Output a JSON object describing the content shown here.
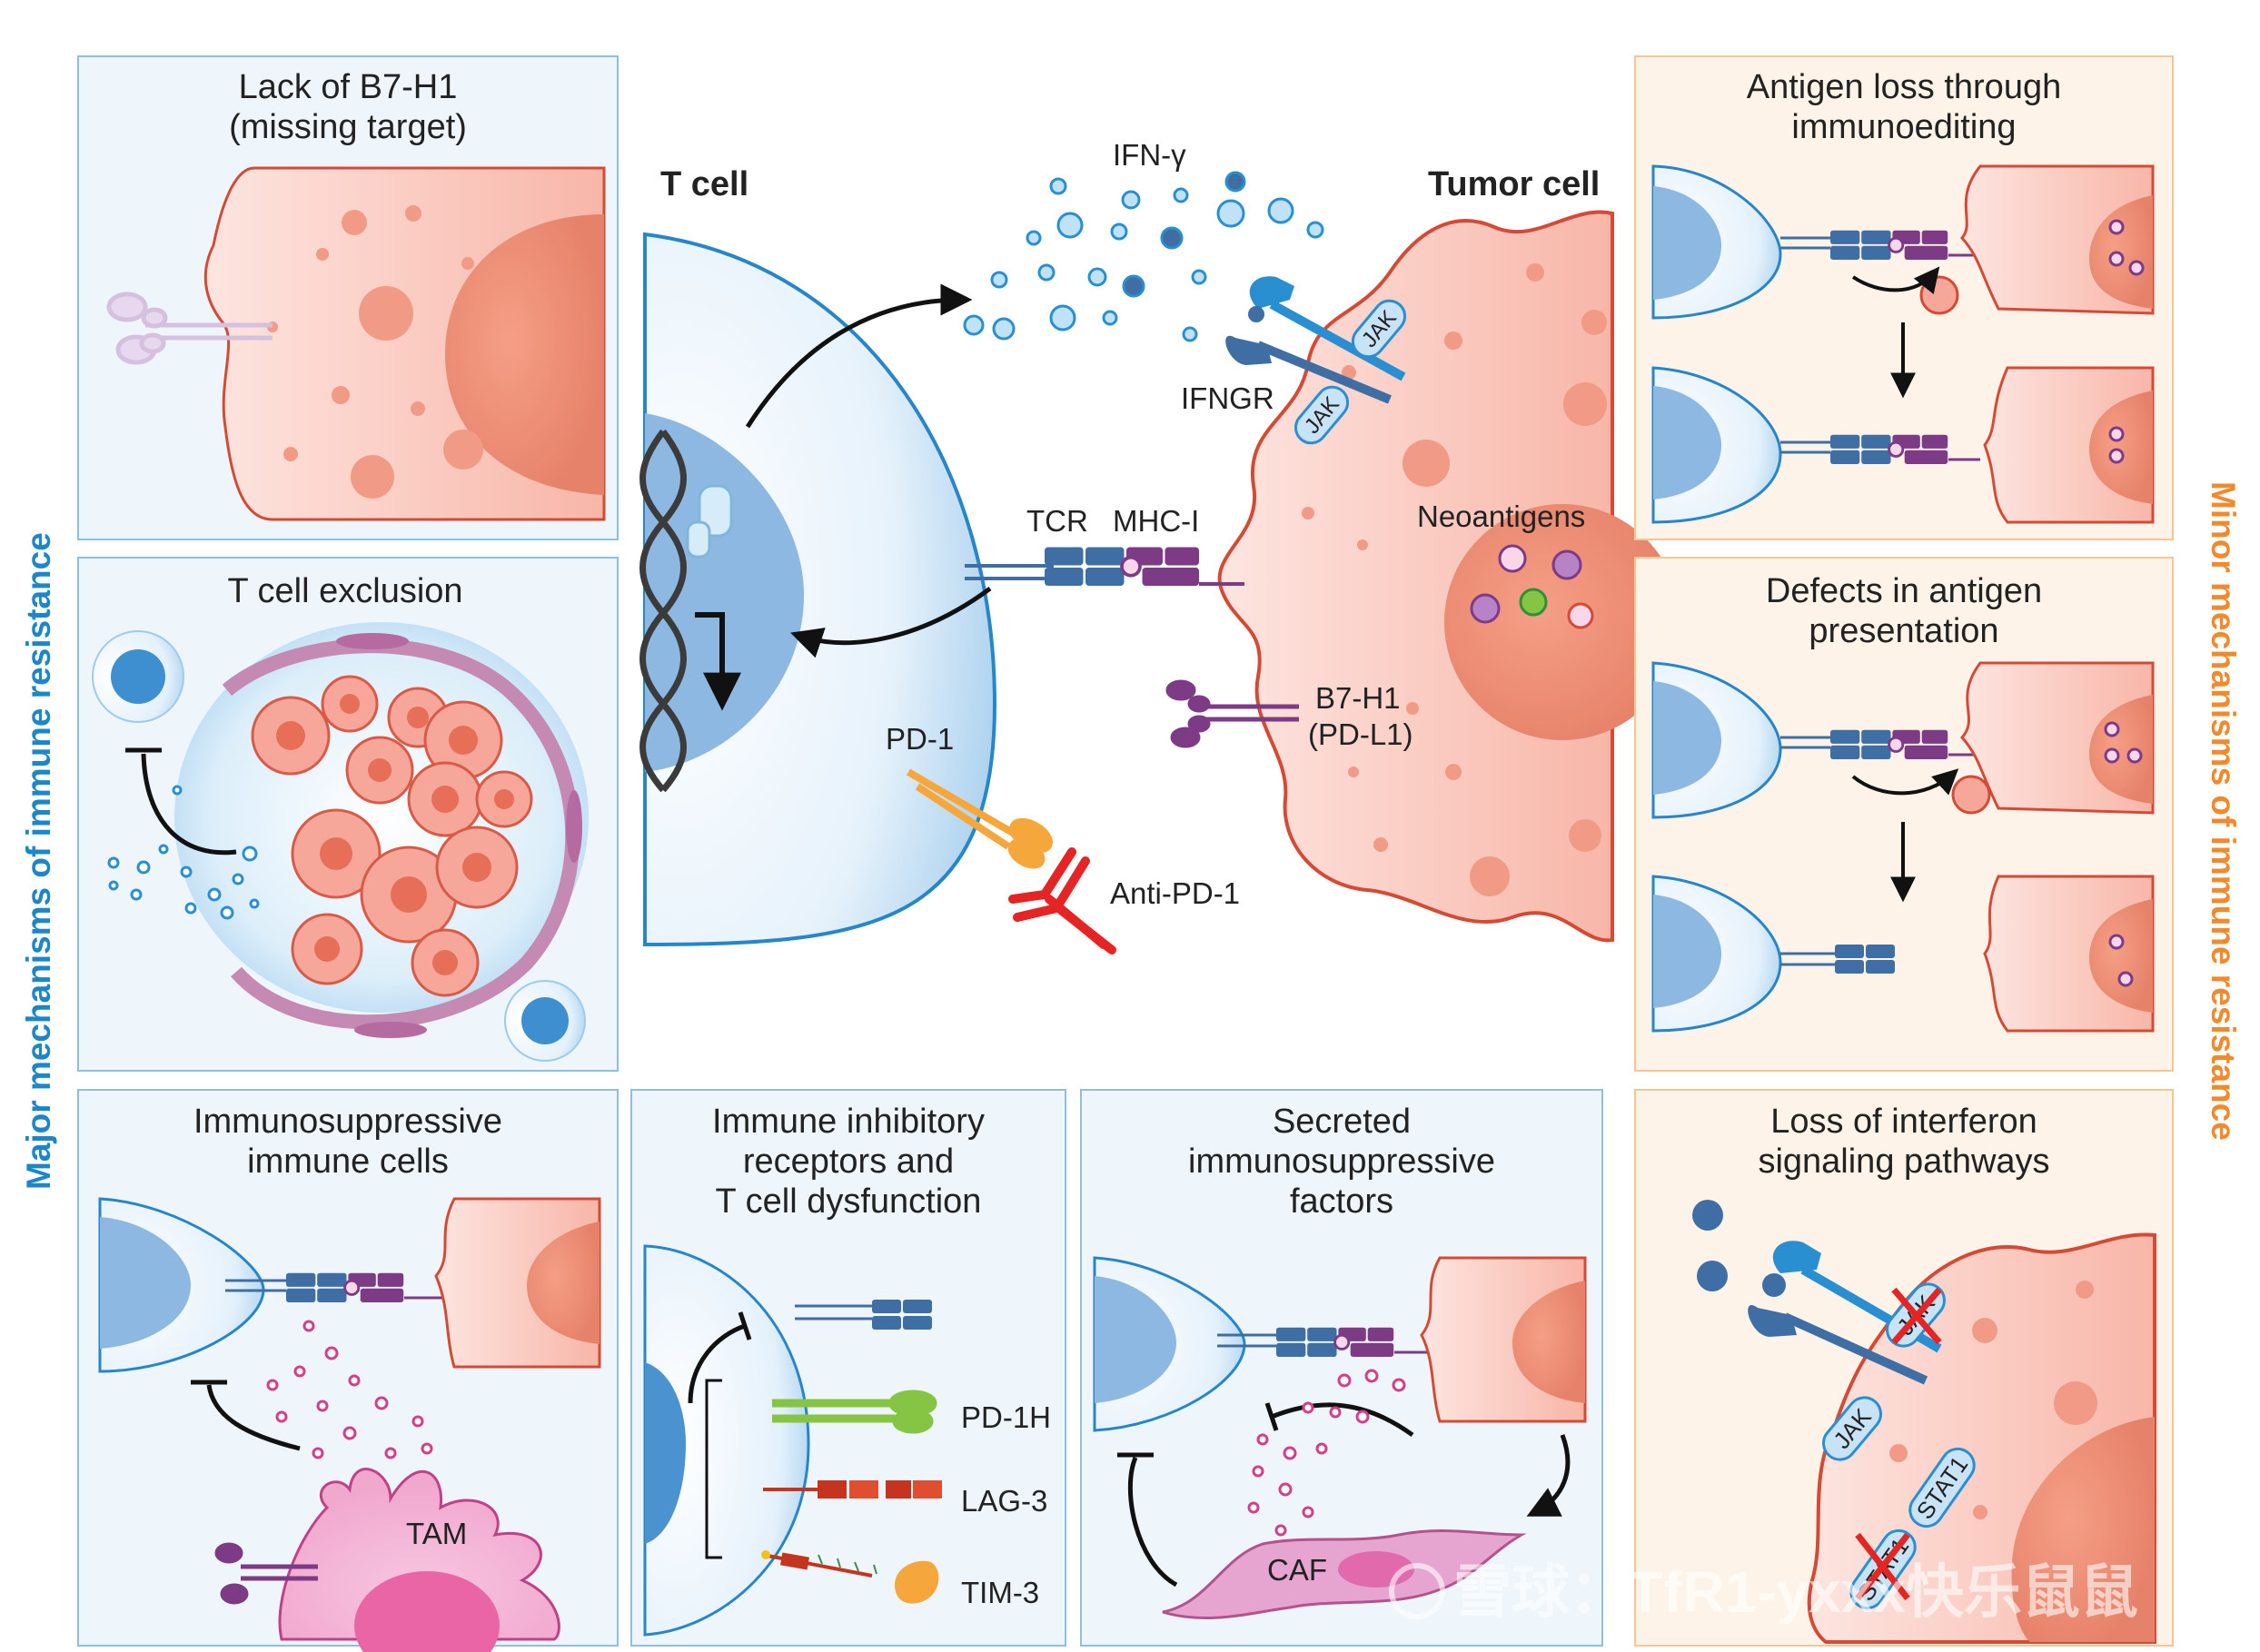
{
  "colors": {
    "major_accent": "#1d86c8",
    "minor_accent": "#f08a2c",
    "panel_blue_bg": "#eef6fb",
    "panel_orange_bg": "#fdf3e8",
    "tumor_pink": "#f7b3a6",
    "nucleus": "#ee8a72",
    "t_cell_blue": "#8db8e2",
    "tcr_blue": "#3f6ea5",
    "mhc_purple": "#7d3a85",
    "pd1_orange": "#f5a73c",
    "anti_pd1_red": "#e52424",
    "pd1h_green": "#86c443",
    "lag3_red": "#c4341f",
    "jak_light": "#c7e3f5"
  },
  "side_labels": {
    "major": "Major mechanisms of immune resistance",
    "minor": "Minor mechanisms of immune resistance"
  },
  "center": {
    "t_cell": "T cell",
    "tumor_cell": "Tumor cell",
    "ifn_gamma": "IFN-γ",
    "ifngr": "IFNGR",
    "jak": "JAK",
    "tcr": "TCR",
    "mhc_i": "MHC-I",
    "neoantigens": "Neoantigens",
    "b7_h1_line1": "B7-H1",
    "b7_h1_line2": "(PD-L1)",
    "pd_1": "PD-1",
    "anti_pd_1": "Anti-PD-1"
  },
  "panels": {
    "lack_b7h1": {
      "title_line1": "Lack of B7-H1",
      "title_line2": "(missing target)"
    },
    "t_cell_exclusion": {
      "title": "T cell exclusion"
    },
    "immunosuppressive_cells": {
      "title_line1": "Immunosuppressive",
      "title_line2": "immune cells",
      "tam": "TAM"
    },
    "inhibitory_receptors": {
      "title_line1": "Immune inhibitory",
      "title_line2": "receptors and",
      "title_line3": "T cell dysfunction",
      "pd_1h": "PD-1H",
      "lag_3": "LAG-3",
      "tim_3": "TIM-3"
    },
    "secreted_factors": {
      "title_line1": "Secreted",
      "title_line2": "immunosuppressive",
      "title_line3": "factors",
      "caf": "CAF"
    },
    "antigen_loss": {
      "title_line1": "Antigen loss through",
      "title_line2": "immunoediting"
    },
    "antigen_presentation": {
      "title_line1": "Defects in antigen",
      "title_line2": "presentation"
    },
    "interferon_loss": {
      "title_line1": "Loss of interferon",
      "title_line2": "signaling pathways",
      "jak": "JAK",
      "stat1": "STAT1"
    }
  },
  "watermark": "雪球：TfR1-yxxx快乐鼠鼠"
}
